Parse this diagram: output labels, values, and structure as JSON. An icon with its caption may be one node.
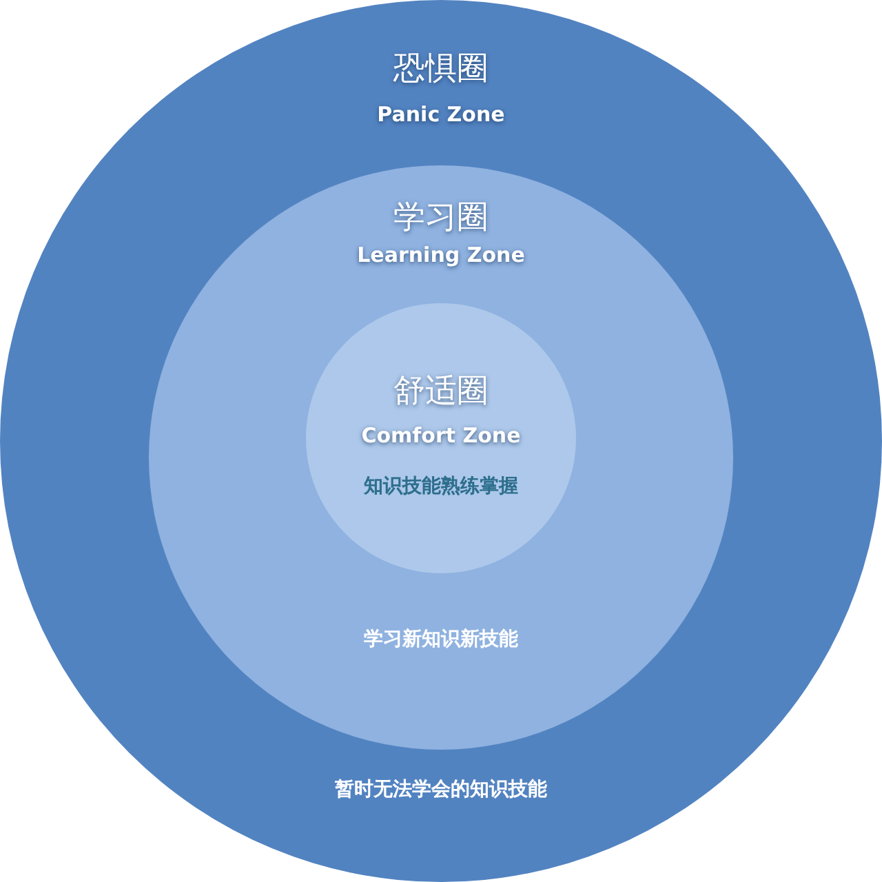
{
  "diagram": {
    "nodes": [
      {
        "text": [
          "恐惧圈",
          "Panic Zone",
          "暂时无法学会的知识技能"
        ]
      },
      {
        "text": [
          "学习圈",
          "Learning Zone",
          "学习新知识新技能"
        ],
        "in": 0
      },
      {
        "text": [
          "舒适圈",
          "Comfort Zone",
          "知识技能熟练掌握"
        ],
        "in": 1
      }
    ]
  }
}
